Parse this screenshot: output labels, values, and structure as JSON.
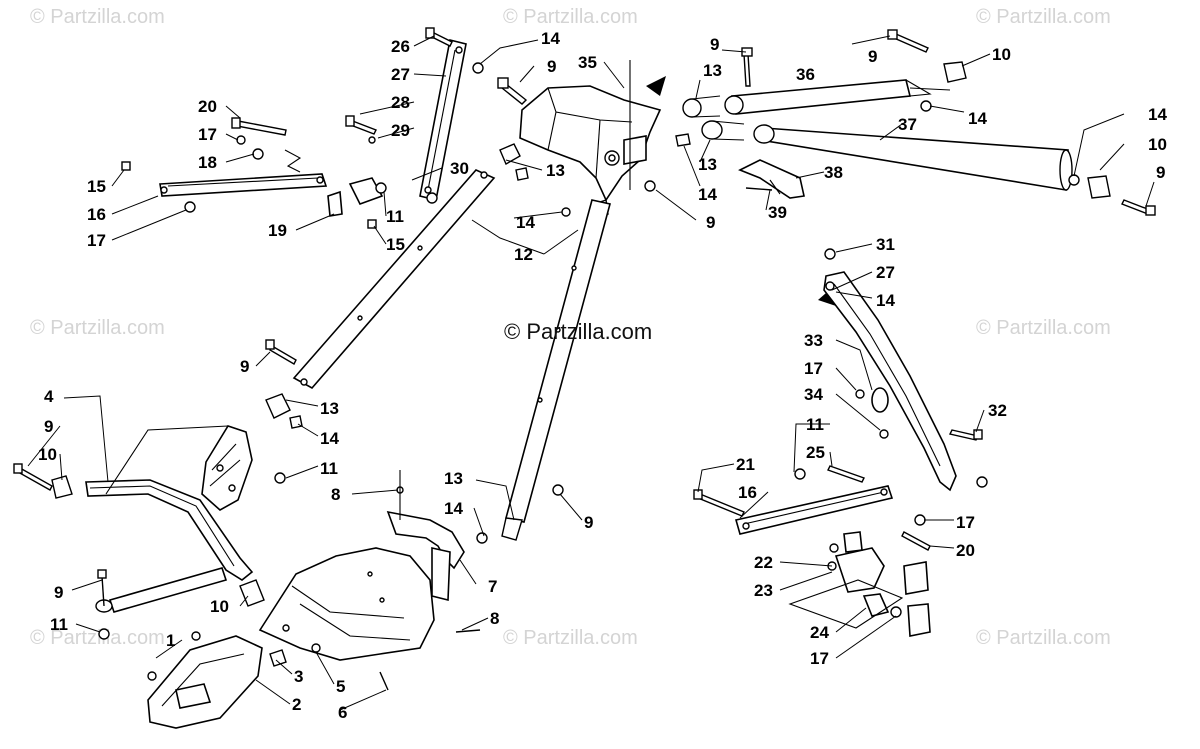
{
  "watermark": "© Partzilla.com",
  "credit": "© Partzilla.com",
  "callouts": [
    {
      "n": "26"
    },
    {
      "n": "14"
    },
    {
      "n": "27"
    },
    {
      "n": "28"
    },
    {
      "n": "29"
    },
    {
      "n": "20"
    },
    {
      "n": "17"
    },
    {
      "n": "18"
    },
    {
      "n": "15"
    },
    {
      "n": "16"
    },
    {
      "n": "17"
    },
    {
      "n": "19"
    },
    {
      "n": "11"
    },
    {
      "n": "15"
    },
    {
      "n": "30"
    },
    {
      "n": "9"
    },
    {
      "n": "35"
    },
    {
      "n": "13"
    },
    {
      "n": "14"
    },
    {
      "n": "12"
    },
    {
      "n": "9"
    },
    {
      "n": "13"
    },
    {
      "n": "9"
    },
    {
      "n": "36"
    },
    {
      "n": "9"
    },
    {
      "n": "10"
    },
    {
      "n": "14"
    },
    {
      "n": "37"
    },
    {
      "n": "13"
    },
    {
      "n": "14"
    },
    {
      "n": "38"
    },
    {
      "n": "39"
    },
    {
      "n": "14"
    },
    {
      "n": "10"
    },
    {
      "n": "9"
    },
    {
      "n": "9"
    },
    {
      "n": "13"
    },
    {
      "n": "14"
    },
    {
      "n": "4"
    },
    {
      "n": "9"
    },
    {
      "n": "10"
    },
    {
      "n": "11"
    },
    {
      "n": "9"
    },
    {
      "n": "10"
    },
    {
      "n": "11"
    },
    {
      "n": "8"
    },
    {
      "n": "13"
    },
    {
      "n": "14"
    },
    {
      "n": "9"
    },
    {
      "n": "7"
    },
    {
      "n": "8"
    },
    {
      "n": "1"
    },
    {
      "n": "3"
    },
    {
      "n": "5"
    },
    {
      "n": "2"
    },
    {
      "n": "6"
    },
    {
      "n": "31"
    },
    {
      "n": "27"
    },
    {
      "n": "14"
    },
    {
      "n": "33"
    },
    {
      "n": "17"
    },
    {
      "n": "34"
    },
    {
      "n": "32"
    },
    {
      "n": "11"
    },
    {
      "n": "25"
    },
    {
      "n": "21"
    },
    {
      "n": "16"
    },
    {
      "n": "17"
    },
    {
      "n": "20"
    },
    {
      "n": "22"
    },
    {
      "n": "23"
    },
    {
      "n": "24"
    },
    {
      "n": "17"
    }
  ]
}
